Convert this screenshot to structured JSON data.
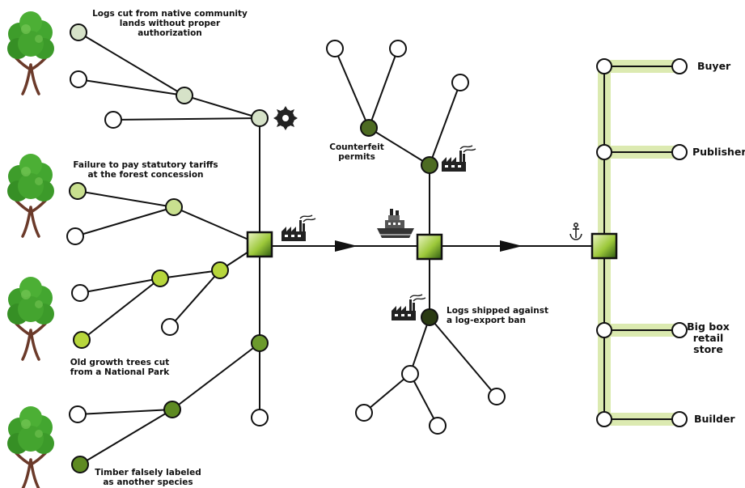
{
  "annotations": {
    "native_lands": [
      "Logs cut from native community",
      "lands without proper authorization"
    ],
    "tariffs": [
      "Failure to pay statutory tariffs",
      "at the forest concession"
    ],
    "national_park": [
      "Old growth trees cut",
      "from a National Park"
    ],
    "false_label": [
      "Timber falsely labeled",
      "as another species"
    ],
    "counterfeit": [
      "Counterfeit",
      "permits"
    ],
    "export_ban": [
      "Logs shipped against",
      "a log-export ban"
    ]
  },
  "destinations": {
    "buyer": "Buyer",
    "publisher": "Publisher",
    "retail": [
      "Big box retail",
      "store"
    ],
    "builder": "Builder"
  },
  "colors": {
    "line": "#111111",
    "node_pale": "#d6e2c8",
    "node_light": "#c9e08f",
    "node_lime": "#b7d63c",
    "node_green": "#6c9a2c",
    "node_dark": "#4d6b22",
    "node_darkest": "#2a3a12",
    "glow": "#d8e8a8",
    "tree_foliage": "#3e9d2b",
    "tree_trunk": "#6b3a2a"
  }
}
